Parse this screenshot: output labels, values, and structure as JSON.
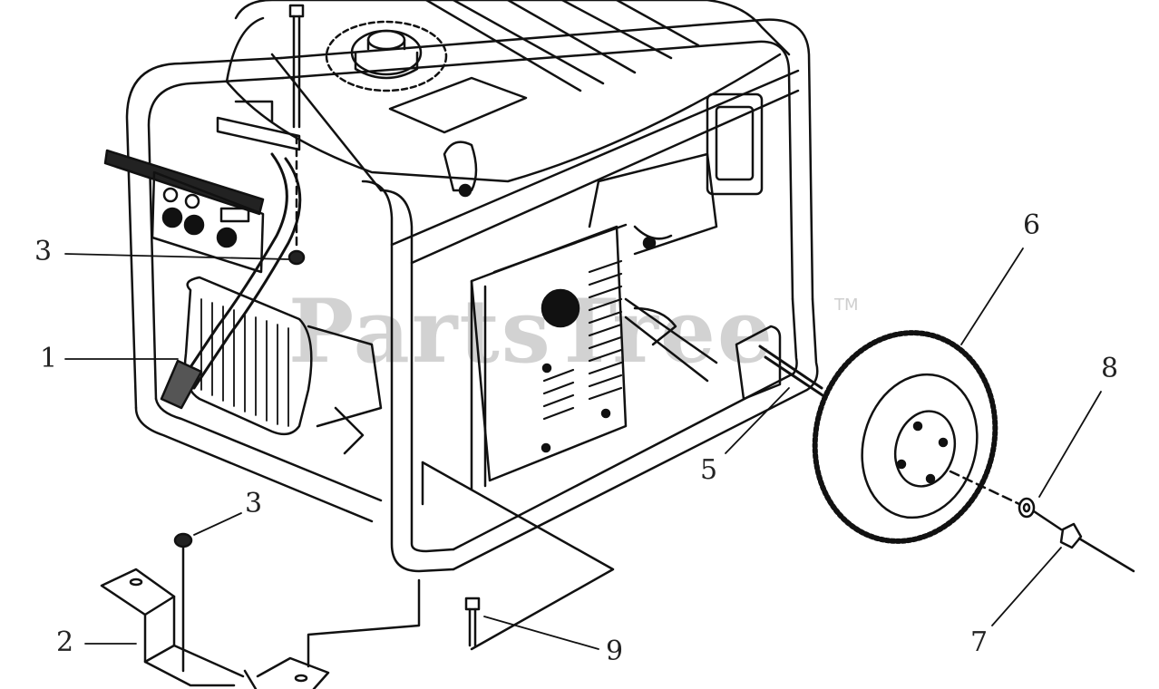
{
  "diagram": {
    "watermark": "PartsTree",
    "watermark_mark": "TM",
    "callouts": [
      {
        "id": "3a",
        "text": "3"
      },
      {
        "id": "1",
        "text": "1"
      },
      {
        "id": "6",
        "text": "6"
      },
      {
        "id": "8",
        "text": "8"
      },
      {
        "id": "5",
        "text": "5"
      },
      {
        "id": "3b",
        "text": "3"
      },
      {
        "id": "2",
        "text": "2"
      },
      {
        "id": "9",
        "text": "9"
      },
      {
        "id": "7",
        "text": "7"
      }
    ]
  }
}
